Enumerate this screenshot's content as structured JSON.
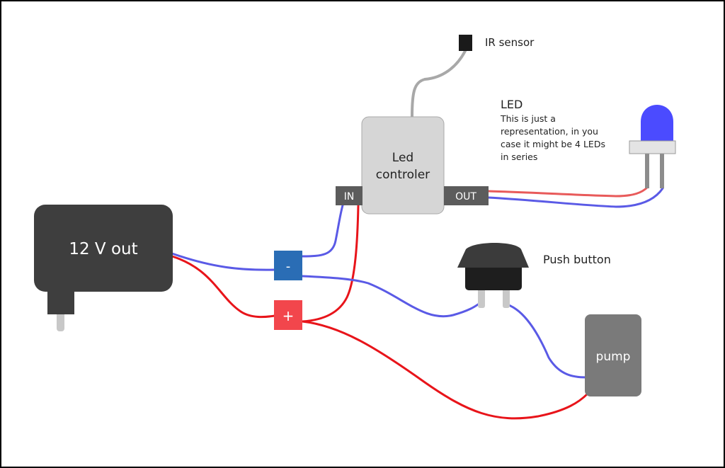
{
  "diagram": {
    "colors": {
      "wire_positive": "#e8141a",
      "wire_negative": "#5a5ae6",
      "wire_led_positive": "#e85a5a",
      "wire_sensor": "#a8a8a8",
      "adapter_body": "#3e3e3e",
      "controller_body": "#d6d6d6",
      "port_block": "#5c5c5c",
      "terminal_negative": "#2a6db5",
      "terminal_positive": "#f2464c",
      "pump_body": "#7a7a7a",
      "led_dome": "#4b4bff",
      "frame_border": "#000000"
    },
    "power_adapter": {
      "label": "12 V out"
    },
    "terminal_negative": {
      "label": "-"
    },
    "terminal_positive": {
      "label": "+"
    },
    "controller": {
      "label_line1": "Led",
      "label_line2": "controler",
      "port_in": "IN",
      "port_out": "OUT"
    },
    "ir_sensor": {
      "label": "IR sensor"
    },
    "led": {
      "title": "LED",
      "note_line1": "This is just a",
      "note_line2": "representation, in you",
      "note_line3": "case it might be 4 LEDs",
      "note_line4": "in series"
    },
    "push_button": {
      "label": "Push button"
    },
    "pump": {
      "label": "pump"
    }
  }
}
